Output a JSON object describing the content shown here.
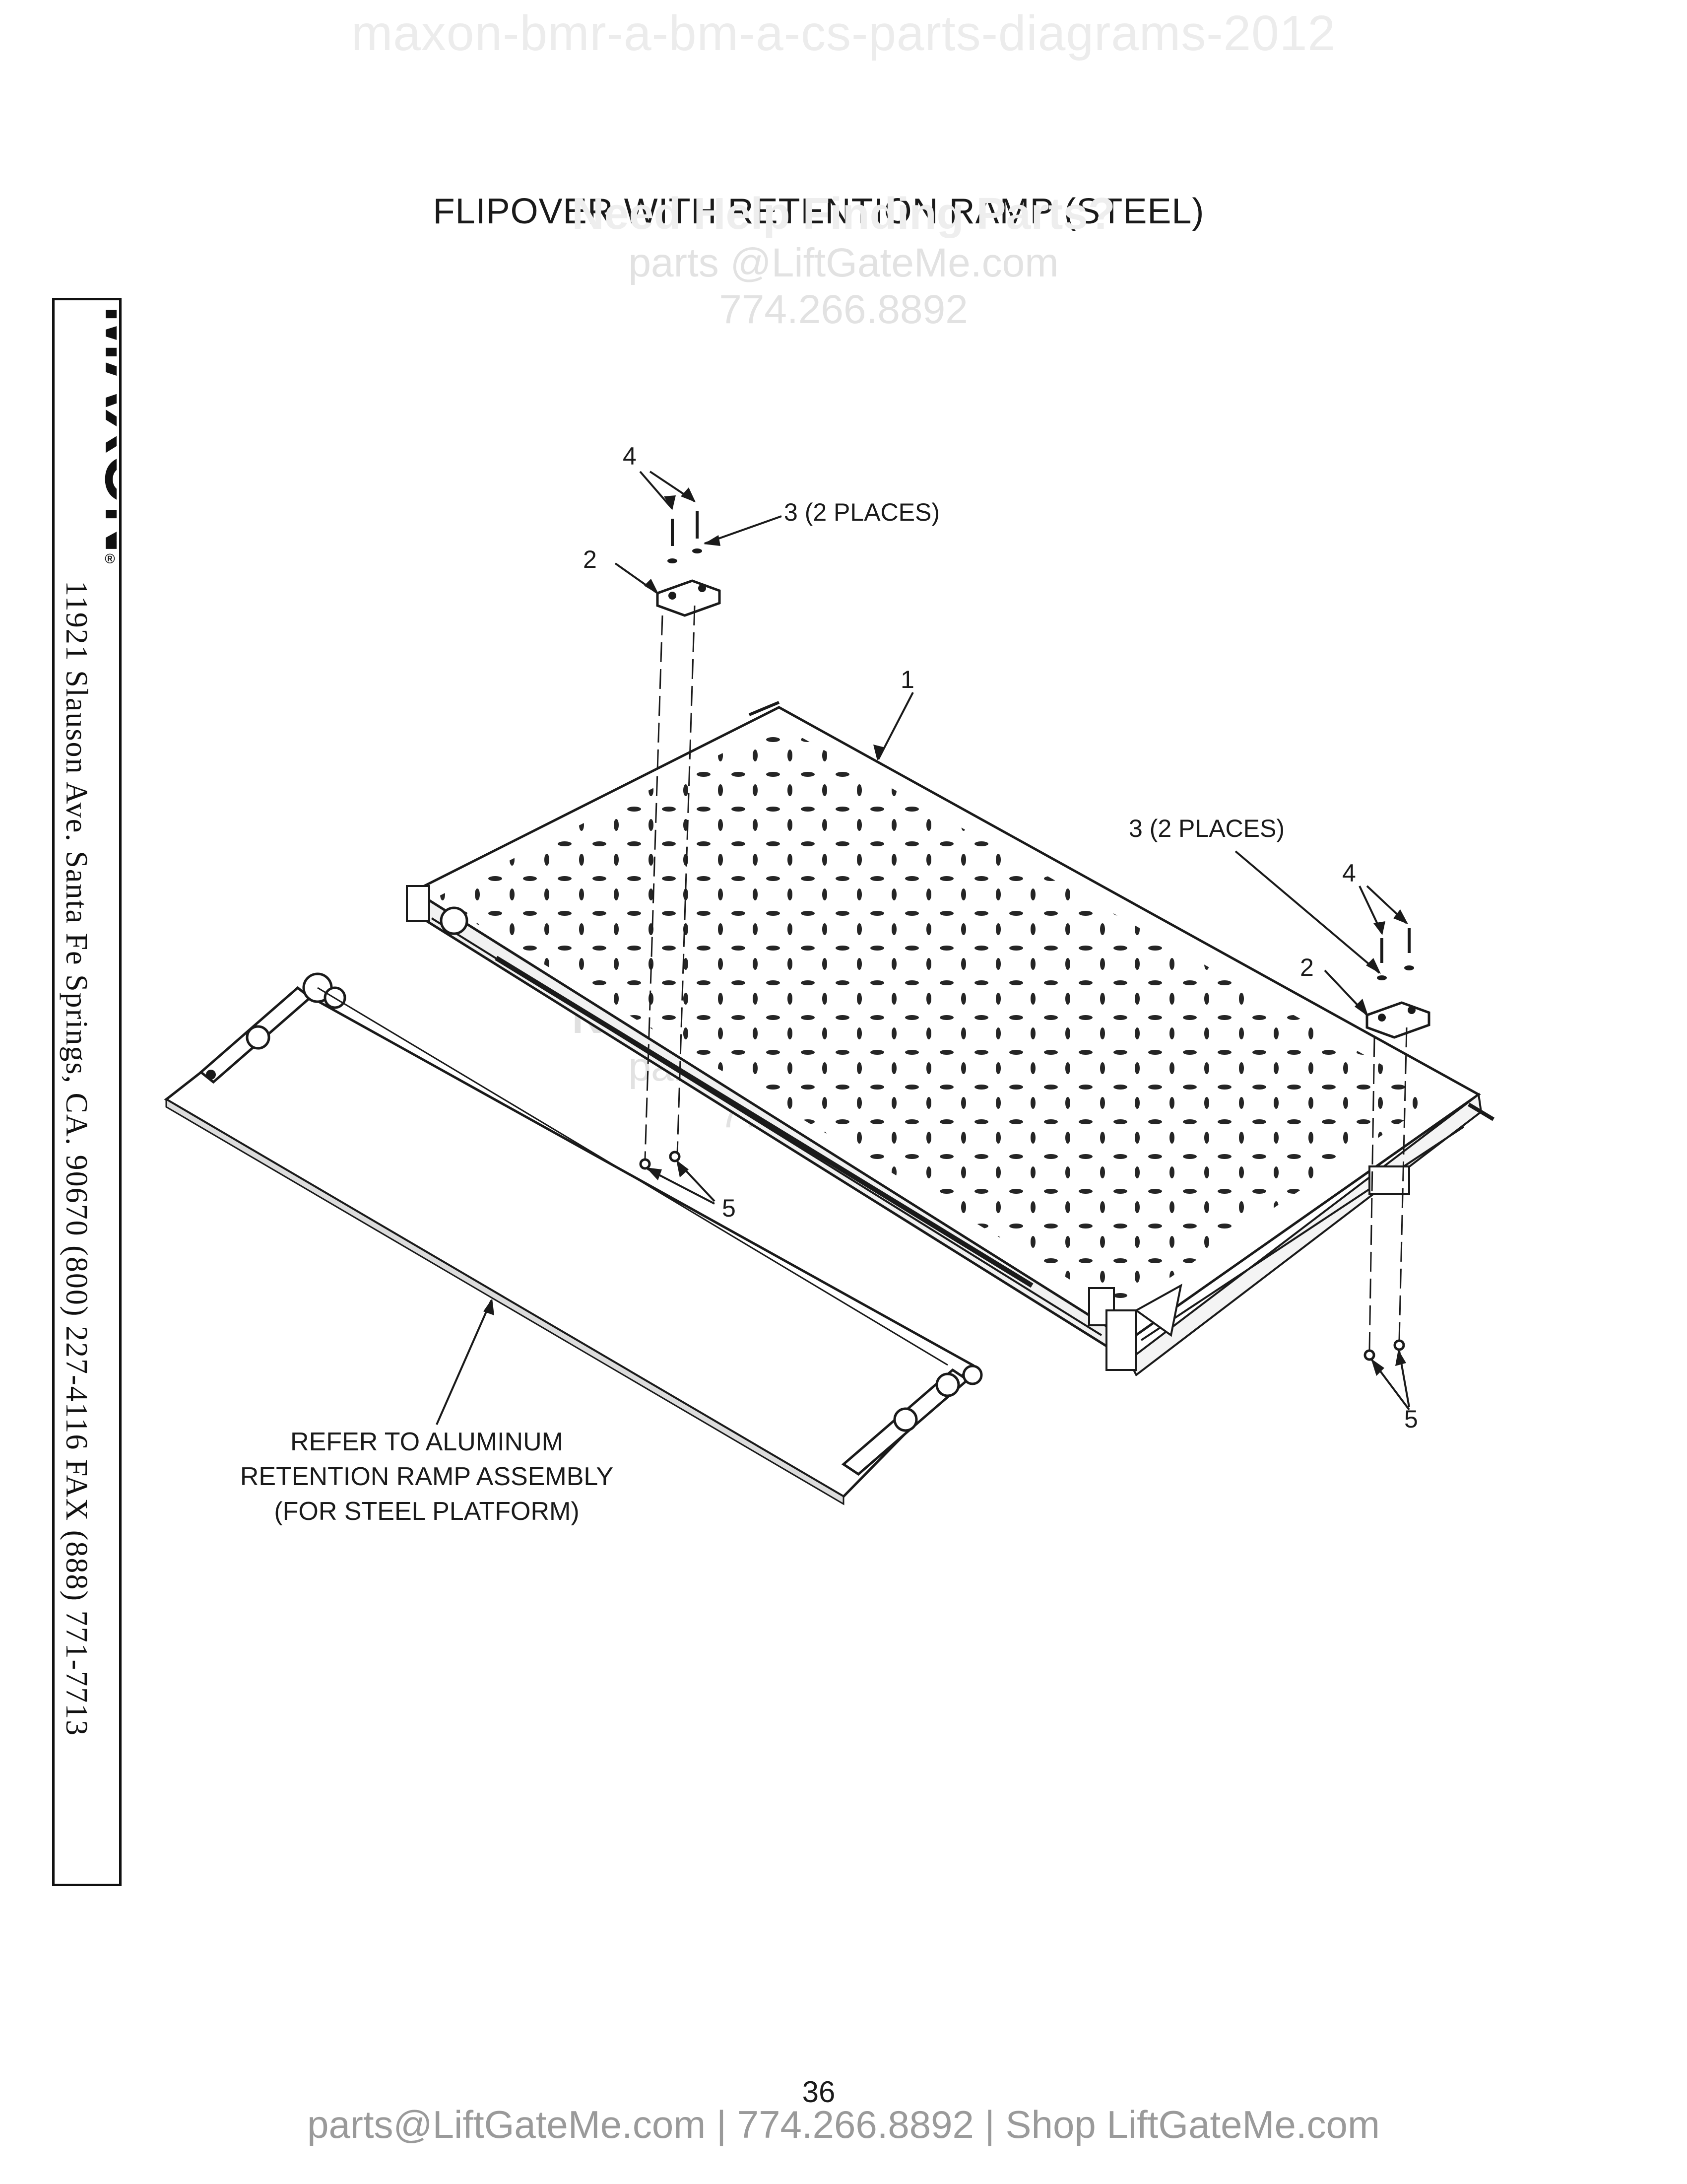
{
  "watermark_top": "maxon-bmr-a-bm-a-cs-parts-diagrams-2012",
  "title": "FLIPOVER WITH RETENTION RAMP (STEEL)",
  "watermarks": [
    {
      "line1": "Need Help Finding Parts?",
      "line2": "parts @LiftGateMe.com",
      "line3": "774.266.8892"
    },
    {
      "line1": "Need Help Finding Parts?",
      "line2": "parts @LiftGateMe.com",
      "line3": "774.266.8892"
    }
  ],
  "sidebar": {
    "brand": "MAXON",
    "registered": "®",
    "address": "11921 Slauson Ave.  Santa Fe Springs, CA.  90670  (800) 227-4116  FAX (888) 771-7713"
  },
  "callouts": {
    "c4_top": "4",
    "c3_top": "3 (2 PLACES)",
    "c2_top": "2",
    "c1": "1",
    "c3_right": "3 (2 PLACES)",
    "c4_right": "4",
    "c2_right": "2",
    "c5_mid": "5",
    "c5_right": "5"
  },
  "note": {
    "line1": "REFER TO ALUMINUM",
    "line2": "RETENTION RAMP ASSEMBLY",
    "line3": "(FOR STEEL PLATFORM)"
  },
  "page_number": "36",
  "footer": "parts@LiftGateMe.com | 774.266.8892 | Shop LiftGateMe.com"
}
